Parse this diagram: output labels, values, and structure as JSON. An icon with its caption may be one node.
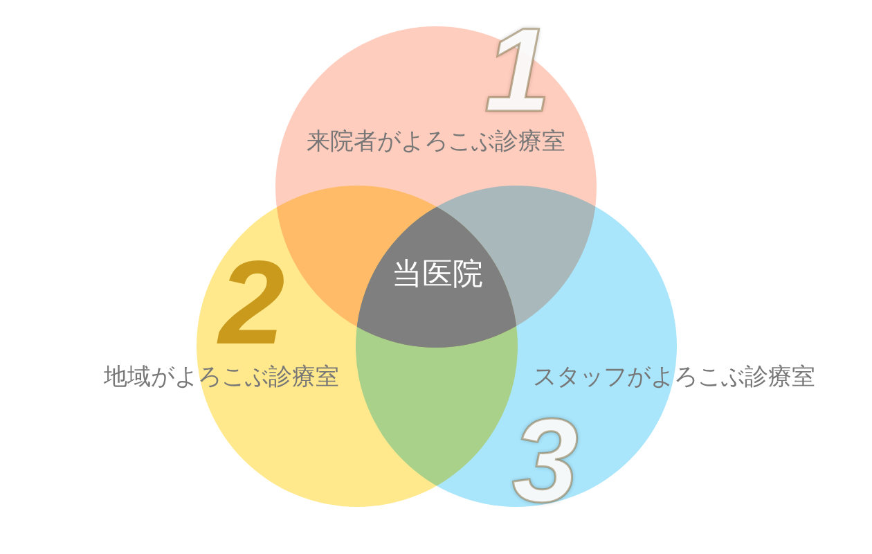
{
  "diagram": {
    "nodes": [
      {
        "text": [
          "1",
          "来院者がよろこぶ診療室"
        ]
      },
      {
        "text": [
          "2",
          "地域がよろこぶ診療室"
        ]
      },
      {
        "text": [
          "スタッフがよろこぶ診療室",
          "3"
        ]
      },
      {
        "text": [
          "当医院"
        ]
      }
    ]
  }
}
